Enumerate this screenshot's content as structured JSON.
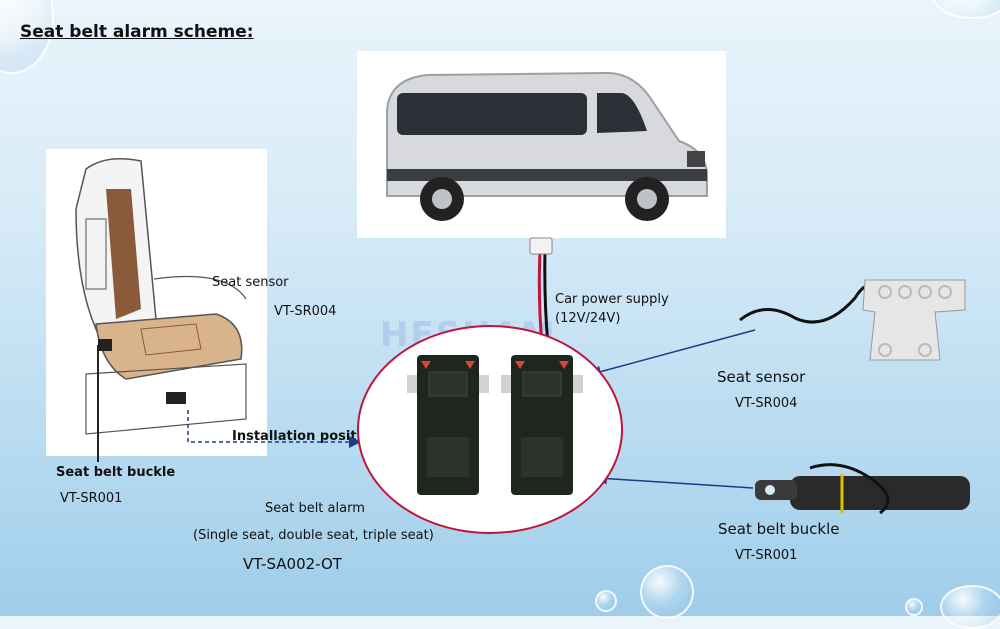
{
  "slide": {
    "title": "Seat belt alarm scheme:",
    "watermark": "HESHAM"
  },
  "left_diagram": {
    "seat_sensor_label": "Seat sensor",
    "seat_sensor_model": "VT-SR004",
    "installation_position_label": "Installation position",
    "seat_belt_buckle_label": "Seat belt buckle",
    "seat_belt_buckle_model": "VT-SR001"
  },
  "center": {
    "power_supply_line1": "Car power supply",
    "power_supply_line2": "(12V/24V)",
    "alarm_label": "Seat belt alarm",
    "alarm_variants": "(Single seat, double seat, triple seat)",
    "alarm_model": "VT-SA002-OT"
  },
  "right": {
    "seat_sensor_label": "Seat sensor",
    "seat_sensor_model": "VT-SR004",
    "seat_belt_buckle_label": "Seat belt buckle",
    "seat_belt_buckle_model": "VT-SR001"
  },
  "colors": {
    "alarm_circle_border": "#c0143c",
    "arrow": "#1a3a8a",
    "seat_pad": "#d9b48a",
    "seat_back": "#8a5a3a"
  },
  "icons": [
    "van-image",
    "car-seat-diagram",
    "alarm-unit-image",
    "sensor-mat-image",
    "buckle-image"
  ]
}
